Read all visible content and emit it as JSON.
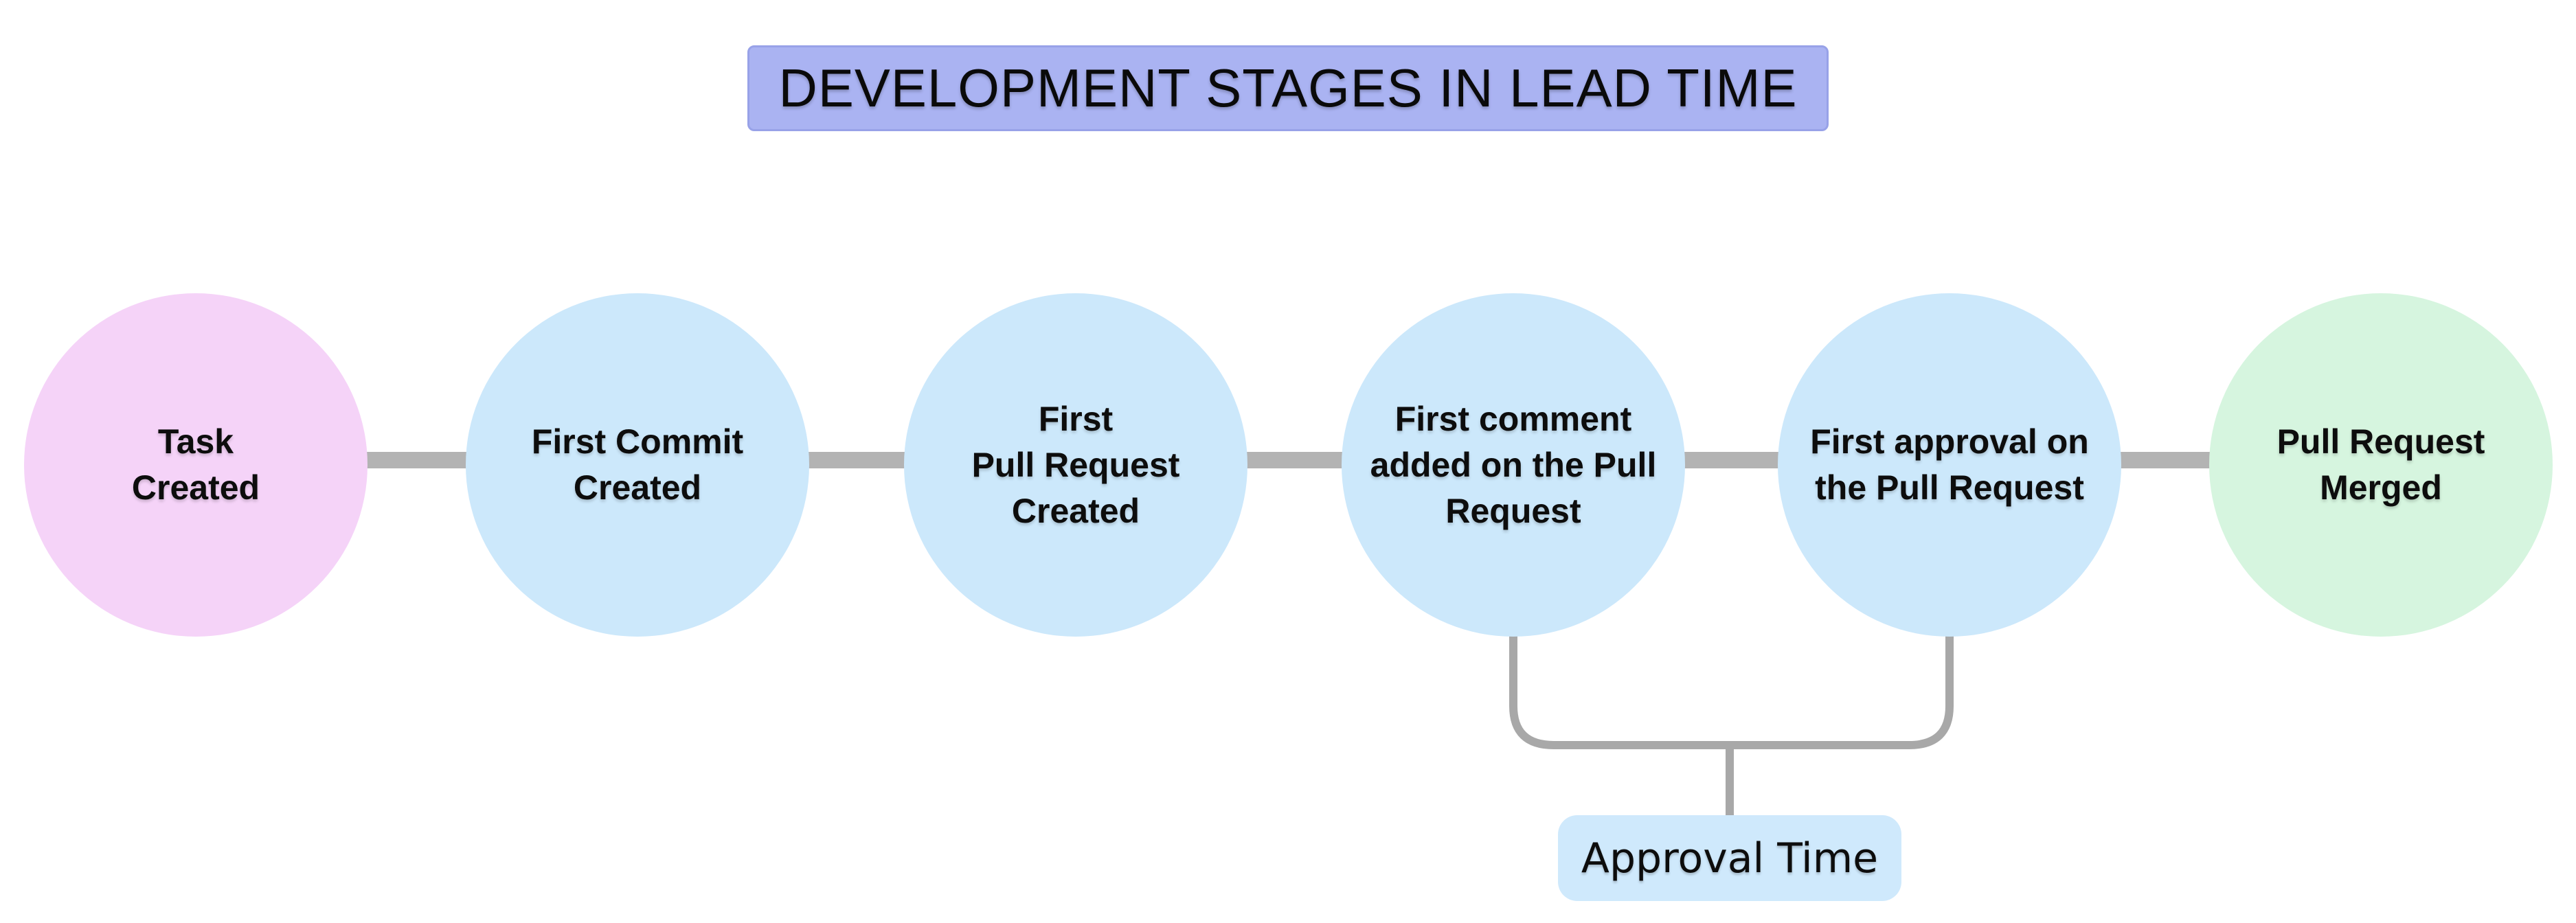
{
  "title": {
    "text": "DEVELOPMENT STAGES IN LEAD TIME"
  },
  "stages": [
    {
      "id": "task-created",
      "label": "Task\nCreated",
      "color": "#f5d3f8"
    },
    {
      "id": "first-commit-created",
      "label": "First Commit\nCreated",
      "color": "#cce8fb"
    },
    {
      "id": "first-pull-request-created",
      "label": "First\nPull Request\nCreated",
      "color": "#cce8fb"
    },
    {
      "id": "first-comment-added",
      "label": "First comment\nadded on the Pull\nRequest",
      "color": "#cce8fb"
    },
    {
      "id": "first-approval",
      "label": "First approval on\nthe Pull Request",
      "color": "#cce8fb"
    },
    {
      "id": "pull-request-merged",
      "label": "Pull Request\nMerged",
      "color": "#d6f5df"
    }
  ],
  "annotation": {
    "label": "Approval Time",
    "tag_bg": "#cfe9fc"
  },
  "colors": {
    "banner_bg": "#aab3f2",
    "banner_border": "#98a2e8",
    "connector_line": "#b3b3b3",
    "bracket_line": "#a8a8a8",
    "background": "#ffffff",
    "text": "#0d0d0d"
  }
}
